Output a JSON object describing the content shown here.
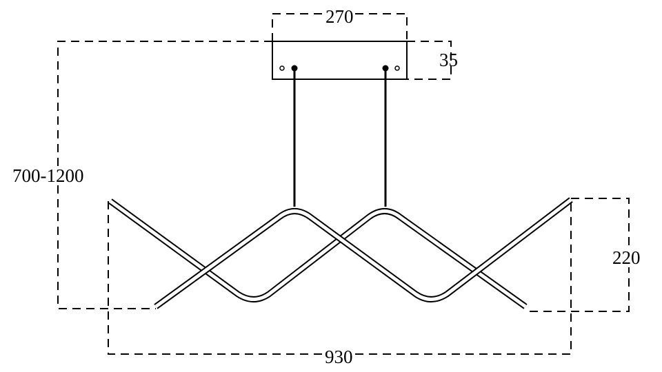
{
  "drawing": {
    "title": "Pendant lamp dimension drawing",
    "dimensions": {
      "canopy_width": "270",
      "canopy_height": "35",
      "suspension_height": "700-1200",
      "fixture_height": "220",
      "fixture_width": "930"
    },
    "colors": {
      "line": "#000000",
      "background": "#ffffff"
    }
  }
}
